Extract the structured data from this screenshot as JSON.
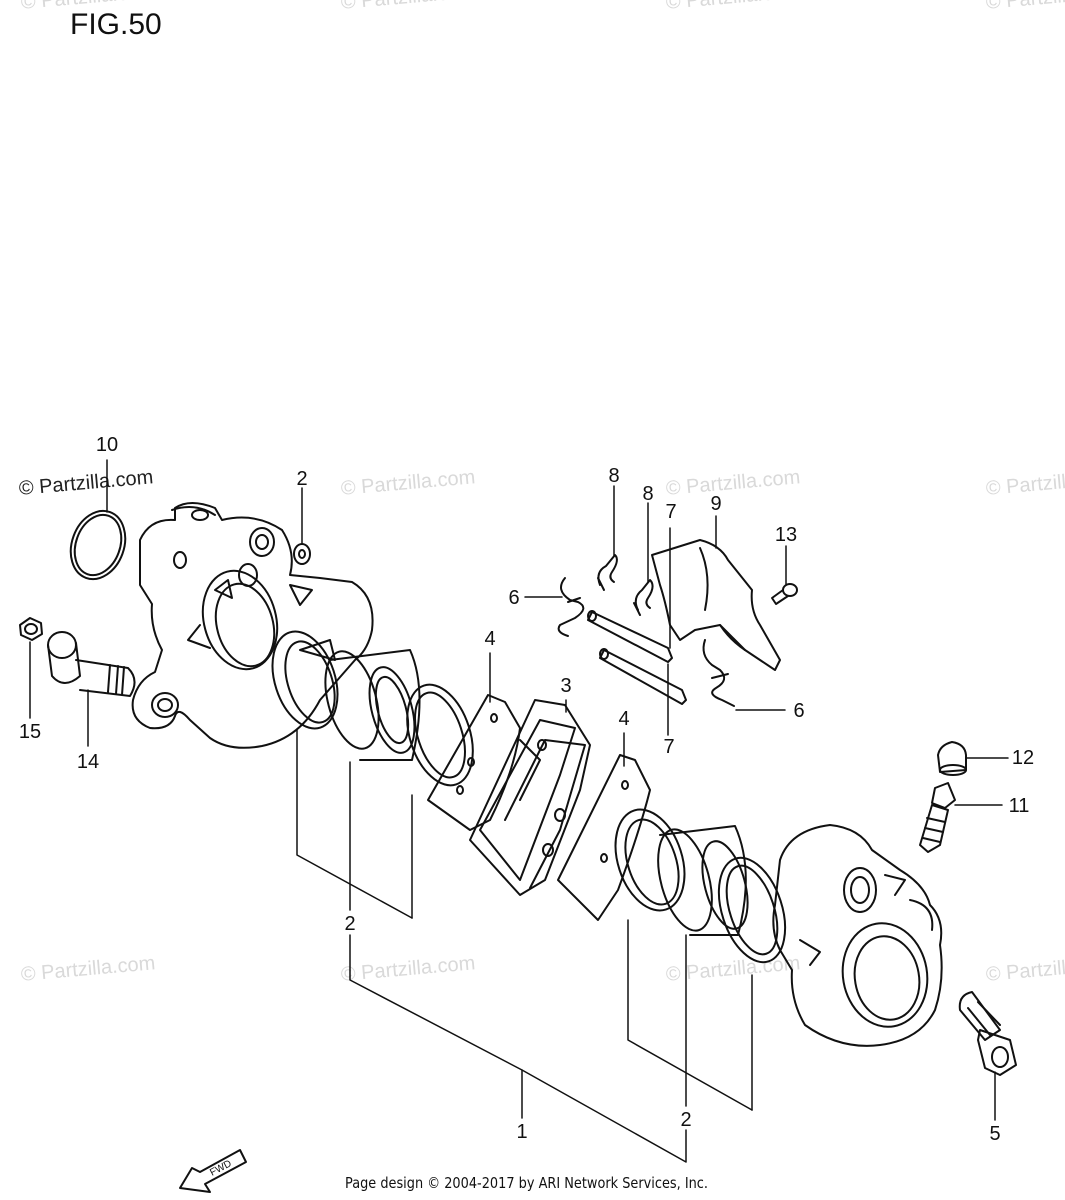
{
  "figure": {
    "title": "FIG.50"
  },
  "footer": {
    "text": "Page design © 2004-2017 by ARI Network Services, Inc."
  },
  "watermark": {
    "text": "© Partzilla.com"
  },
  "fwd_label": "FWD",
  "callouts": [
    {
      "id": "c1",
      "label": "1"
    },
    {
      "id": "c2a",
      "label": "2"
    },
    {
      "id": "c2b",
      "label": "2"
    },
    {
      "id": "c2c",
      "label": "2"
    },
    {
      "id": "c3",
      "label": "3"
    },
    {
      "id": "c4a",
      "label": "4"
    },
    {
      "id": "c4b",
      "label": "4"
    },
    {
      "id": "c5",
      "label": "5"
    },
    {
      "id": "c6a",
      "label": "6"
    },
    {
      "id": "c6b",
      "label": "6"
    },
    {
      "id": "c7a",
      "label": "7"
    },
    {
      "id": "c7b",
      "label": "7"
    },
    {
      "id": "c8a",
      "label": "8"
    },
    {
      "id": "c8b",
      "label": "8"
    },
    {
      "id": "c9",
      "label": "9"
    },
    {
      "id": "c10",
      "label": "10"
    },
    {
      "id": "c11",
      "label": "11"
    },
    {
      "id": "c12",
      "label": "12"
    },
    {
      "id": "c13",
      "label": "13"
    },
    {
      "id": "c14",
      "label": "14"
    },
    {
      "id": "c15",
      "label": "15"
    }
  ]
}
